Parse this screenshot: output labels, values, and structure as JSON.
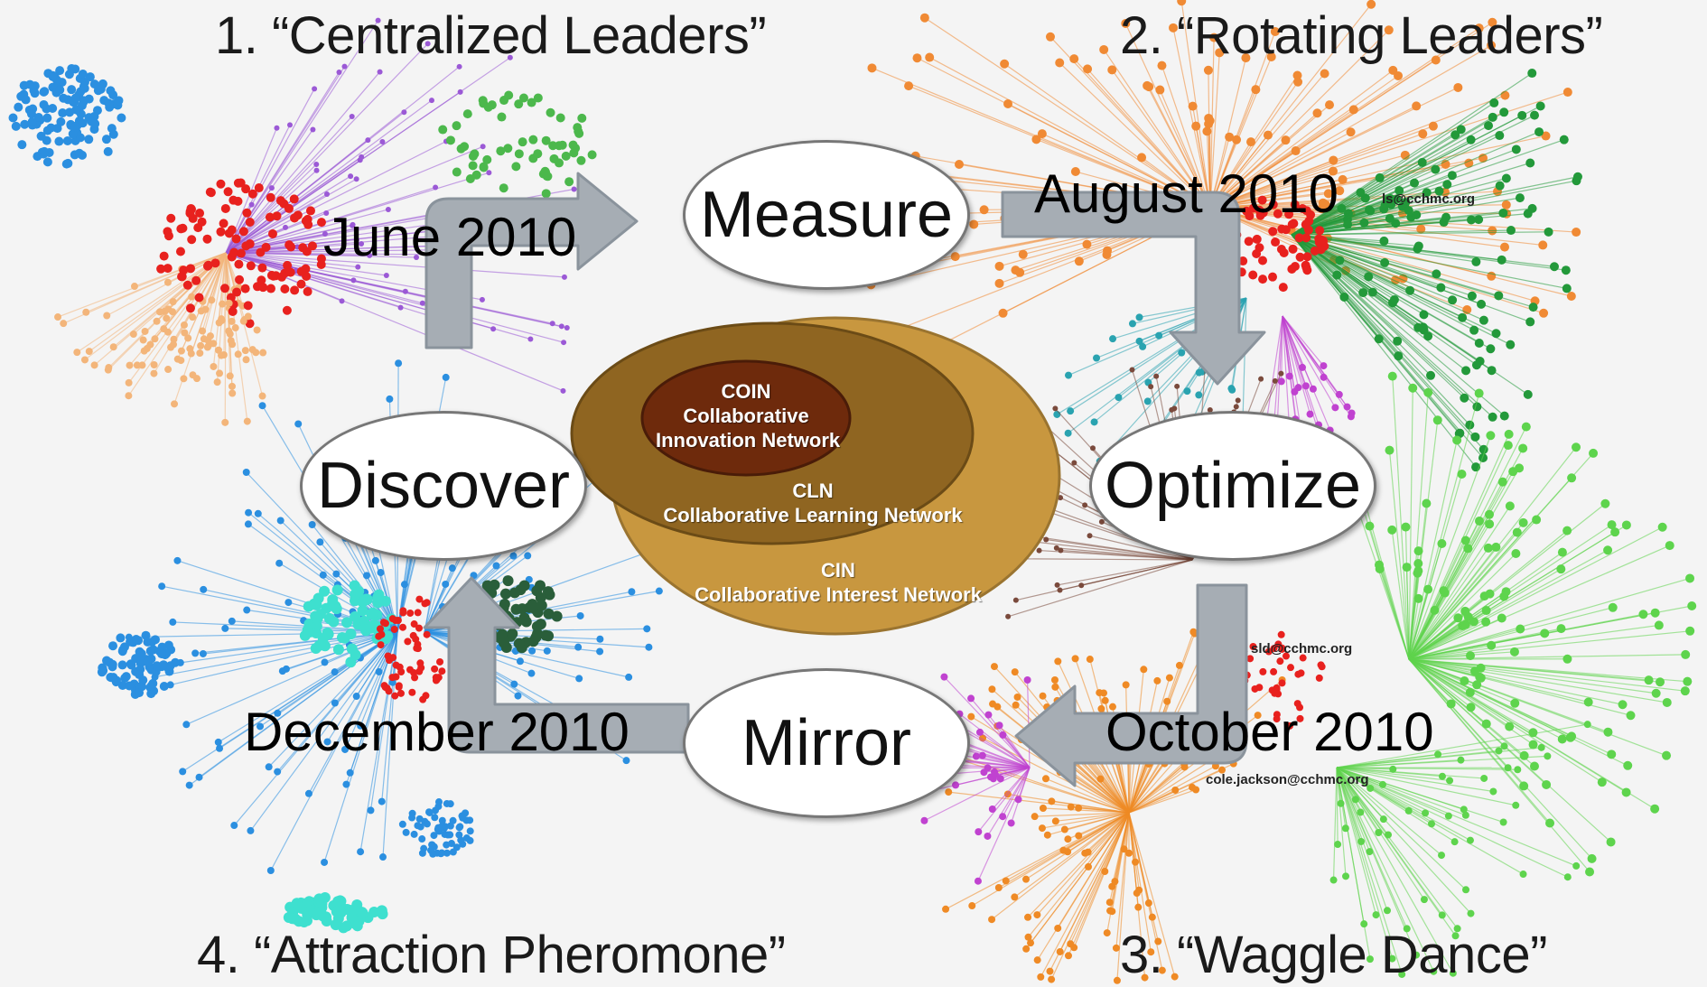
{
  "quadrants": {
    "q1": "1. “Centralized Leaders”",
    "q2": "2. “Rotating Leaders”",
    "q3": "3. “Waggle Dance”",
    "q4": "4. “Attraction Pheromone”"
  },
  "cycle": {
    "measure": "Measure",
    "optimize": "Optimize",
    "mirror": "Mirror",
    "discover": "Discover"
  },
  "dates": {
    "june": "June 2010",
    "august": "August 2010",
    "october": "October 2010",
    "december": "December 2010"
  },
  "nested": {
    "coin_title": "COIN",
    "coin_line1": "Collaborative",
    "coin_line2": "Innovation Network",
    "cln_title": "CLN",
    "cln_sub": "Collaborative Learning Network",
    "cin_title": "CIN",
    "cin_sub": "Collaborative Interest Network"
  },
  "emails": {
    "e1": "ls@cchmc.org",
    "e2": "sld@cchmc.org",
    "e3": "cole.jackson@cchmc.org"
  },
  "colors": {
    "arrow_fill": "#a6adb4",
    "arrow_stroke": "#8a939c",
    "cin_fill": "#c8973f",
    "cln_fill": "#8f6521",
    "coin_fill": "#6e2a0c"
  }
}
